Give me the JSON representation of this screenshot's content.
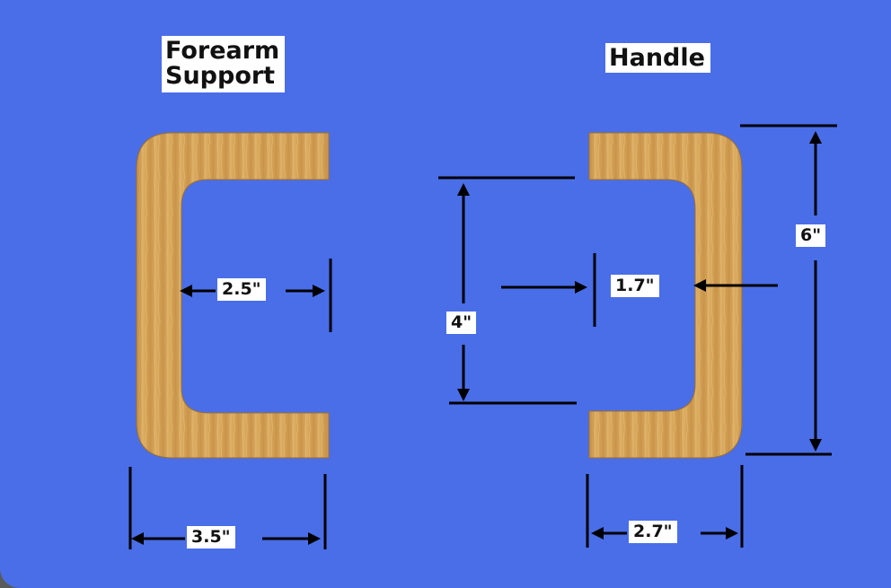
{
  "parts": {
    "forearm": {
      "title_line1": "Forearm",
      "title_line2": "Support"
    },
    "handle": {
      "title": "Handle"
    }
  },
  "dimensions": {
    "forearm_inner_width": "2.5\"",
    "forearm_outer_width": "3.5\"",
    "handle_inner_height": "4\"",
    "handle_wall_thickness": "1.7\"",
    "handle_outer_height": "6\"",
    "handle_outer_width": "2.7\""
  },
  "colors": {
    "background": "#4a6ee8",
    "wood": "#d9a85a",
    "wood_dark": "#b8863d",
    "line": "#000000"
  }
}
